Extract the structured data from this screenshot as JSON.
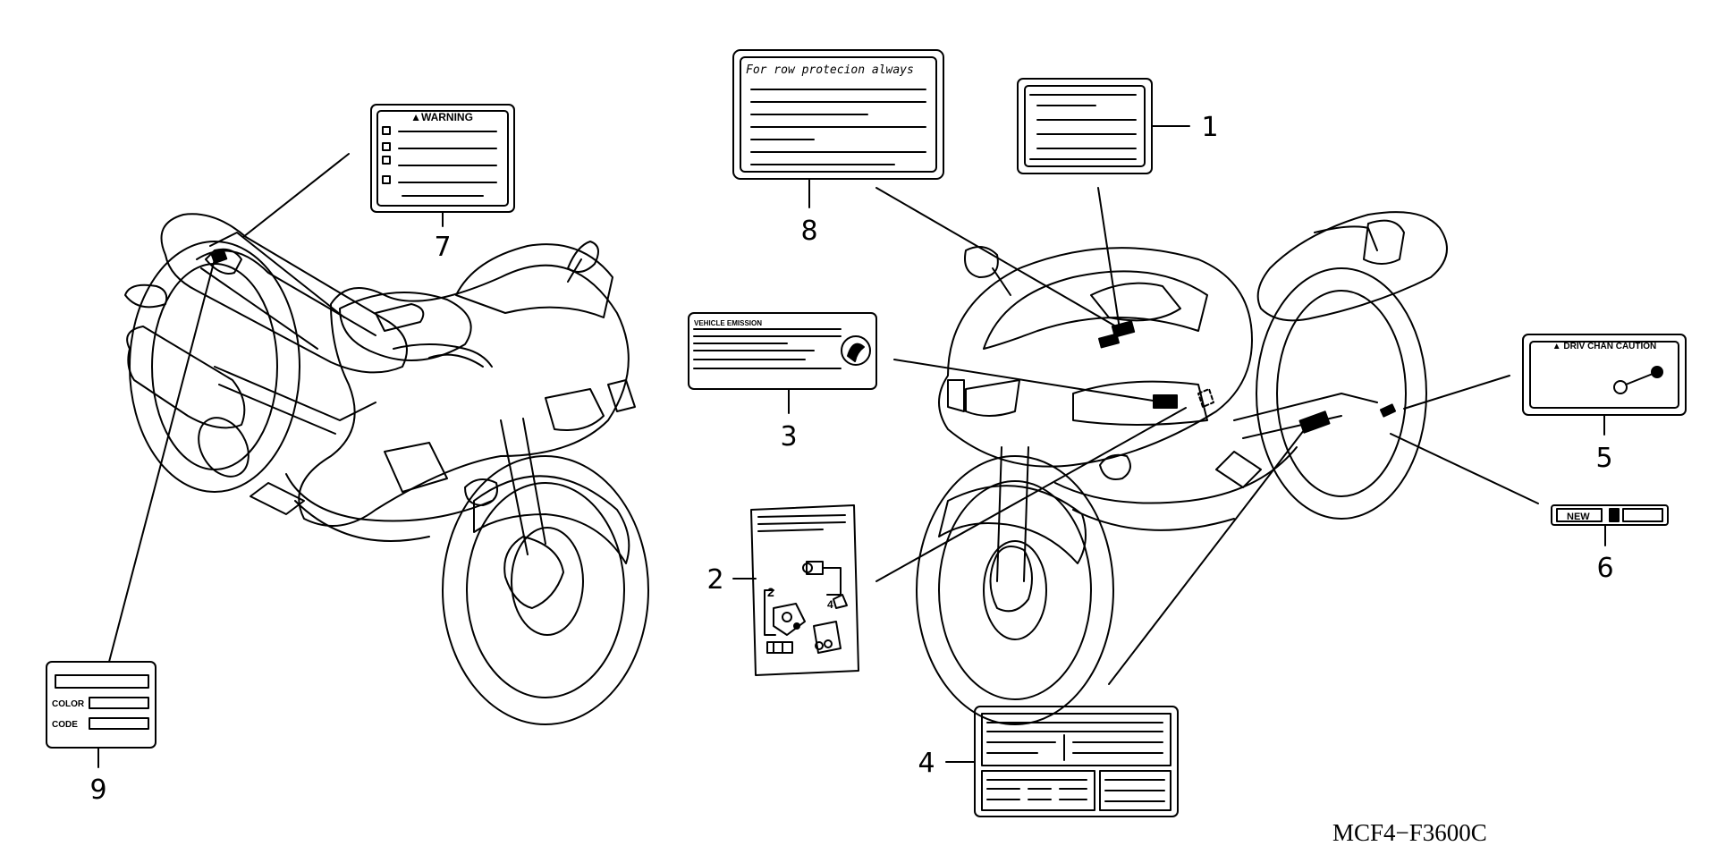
{
  "callouts": [
    "1",
    "2",
    "3",
    "4",
    "5",
    "6",
    "7",
    "8",
    "9"
  ],
  "labels": {
    "warning": "▲WARNING",
    "protection": "For row protecion always",
    "vehicle": "VEHICLE EMISSION",
    "chain": "▲ DRIV CHAN CAUTION",
    "new": "NEW",
    "color": "COLOR",
    "code": "CODE"
  },
  "reference_code": "MCF4−F3600C",
  "colors": {
    "ink": "#000000",
    "paper": "#ffffff"
  }
}
